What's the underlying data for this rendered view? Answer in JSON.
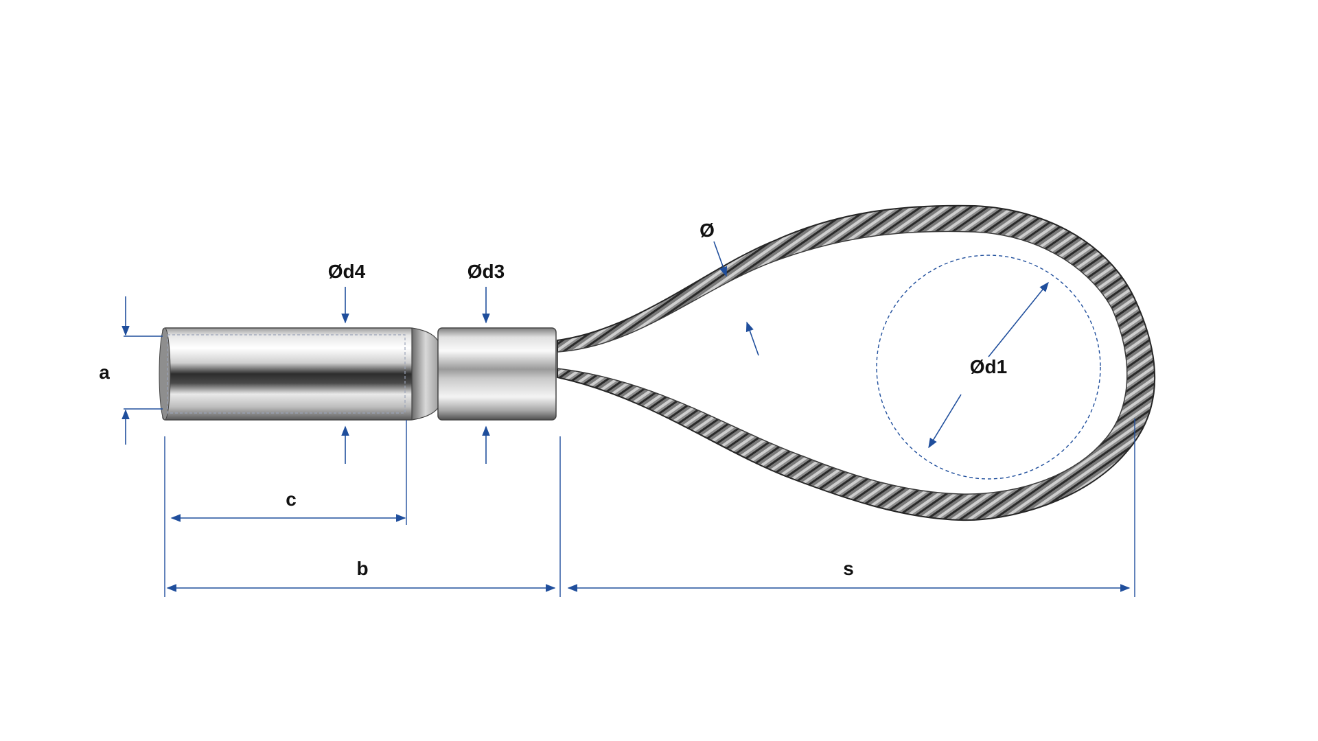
{
  "labels": {
    "a": "a",
    "b": "b",
    "c": "c",
    "s": "s",
    "d1": "Ød1",
    "d3": "Ød3",
    "d4": "Ød4",
    "rope": "Ø"
  },
  "colors": {
    "dimension": "#1f4e9c",
    "text": "#111111",
    "rope_dark": "#2e2e2e",
    "rope_light": "#a9a9a9",
    "ferrule_light": "#f2f2f2",
    "ferrule_dark": "#3a3a3a"
  }
}
